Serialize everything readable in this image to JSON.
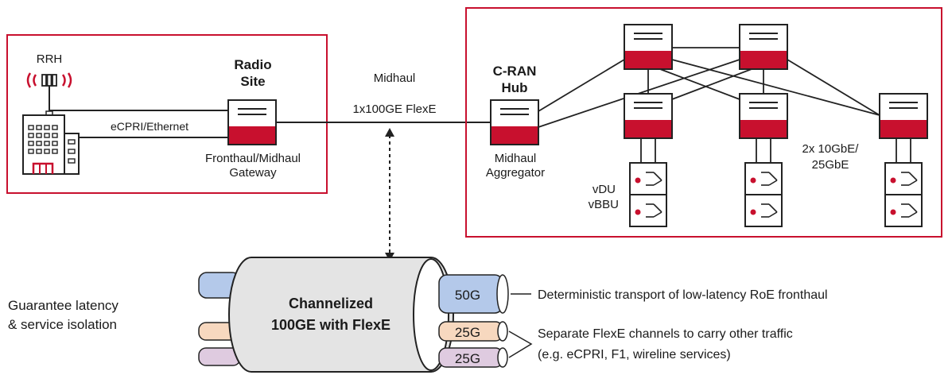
{
  "radio_site": {
    "rrh_label": "RRH",
    "title_line1": "Radio",
    "title_line2": "Site",
    "link_label": "eCPRI/Ethernet",
    "gateway_line1": "Fronthaul/Midhaul",
    "gateway_line2": "Gateway"
  },
  "midhaul": {
    "label": "Midhaul",
    "link_label": "1x100GE FlexE"
  },
  "cran_hub": {
    "title_line1": "C-RAN",
    "title_line2": "Hub",
    "aggregator_line1": "Midhaul",
    "aggregator_line2": "Aggregator",
    "vdu_line1": "vDU",
    "vdu_line2": "vBBU",
    "link_line1": "2x 10GbE/",
    "link_line2": "25GbE"
  },
  "flexe": {
    "side_line1": "Guarantee latency",
    "side_line2": "& service isolation",
    "cable_line1": "Channelized",
    "cable_line2": "100GE with FlexE",
    "channels": [
      {
        "label": "50G",
        "color": "#b4c9ea"
      },
      {
        "label": "25G",
        "color": "#f7d8bf"
      },
      {
        "label": "25G",
        "color": "#dfcbe0"
      }
    ],
    "note_50g": "Deterministic transport of low-latency RoE fronthaul",
    "note_25g_line1": "Separate FlexE channels to carry other traffic",
    "note_25g_line2": "(e.g. eCPRI, F1, wireline services)"
  },
  "colors": {
    "accent_red": "#c8102e",
    "cable_gray": "#e4e4e4",
    "outline": "#222222"
  }
}
